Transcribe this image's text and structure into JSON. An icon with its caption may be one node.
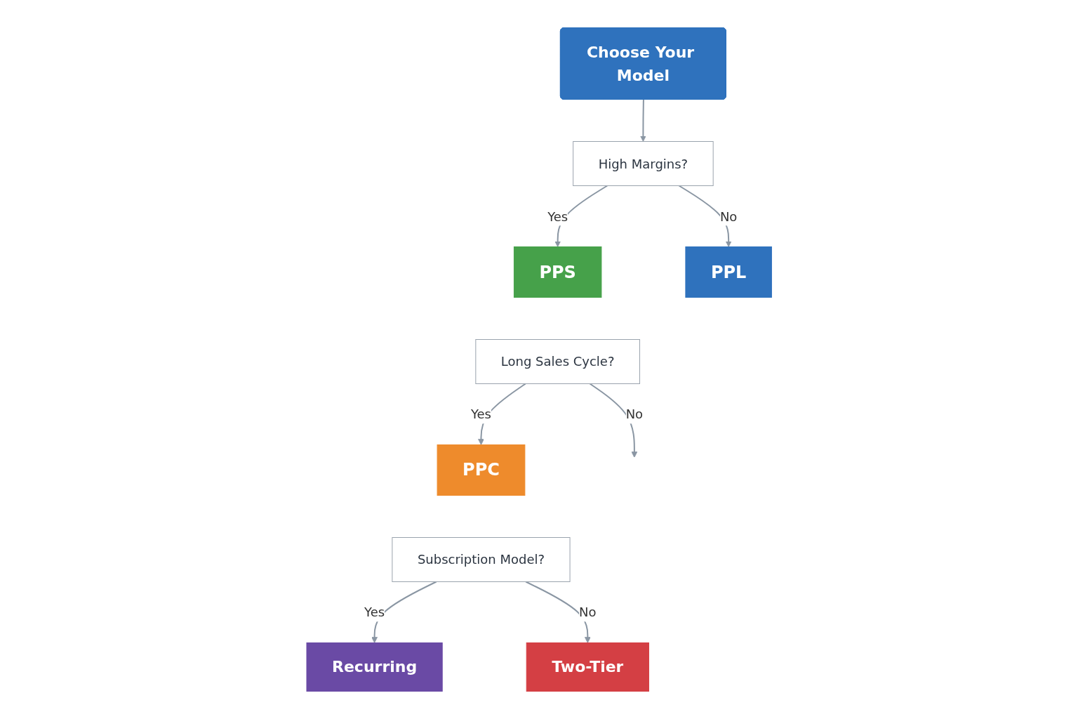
{
  "diagram": {
    "nodes": [
      {
        "text": [
          "Choose Your Model"
        ]
      },
      {
        "text": [
          "High Margins?"
        ]
      },
      {
        "text": [
          "PPS"
        ]
      },
      {
        "text": [
          "PPL"
        ]
      },
      {
        "text": [
          "Long Sales Cycle?"
        ]
      },
      {
        "text": [
          "PPC"
        ]
      },
      {
        "text": [
          "Subscription Model?"
        ]
      },
      {
        "text": [
          "Recurring"
        ]
      },
      {
        "text": [
          "Two-Tier"
        ]
      }
    ],
    "edges": [
      {
        "from": 0,
        "to": 1,
        "arrow": "to"
      },
      {
        "from": 1,
        "to": 2,
        "arrow": "to",
        "label": "Yes"
      },
      {
        "from": 1,
        "to": 3,
        "arrow": "to",
        "label": "No"
      },
      {
        "from": 4,
        "to": 5,
        "arrow": "to",
        "label": "Yes"
      },
      {
        "from": 4,
        "to": null,
        "arrow": "to",
        "label": "No"
      },
      {
        "from": 6,
        "to": 7,
        "arrow": "to",
        "label": "Yes"
      },
      {
        "from": 6,
        "to": 8,
        "arrow": "to",
        "label": "No"
      }
    ]
  }
}
